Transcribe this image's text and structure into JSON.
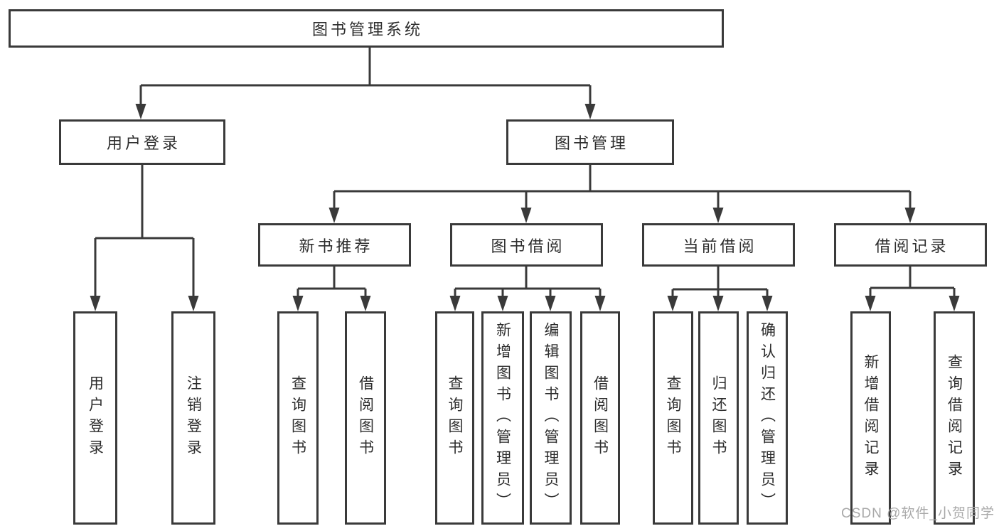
{
  "diagram": {
    "title": "图书管理系统",
    "level2": [
      {
        "label": "用户登录"
      },
      {
        "label": "图书管理"
      }
    ],
    "level3": [
      {
        "label": "新书推荐"
      },
      {
        "label": "图书借阅"
      },
      {
        "label": "当前借阅"
      },
      {
        "label": "借阅记录"
      }
    ],
    "leaves": {
      "user_login": [
        "用户登录",
        "注销登录"
      ],
      "new_book_recommend": [
        "查询图书",
        "借阅图书"
      ],
      "book_borrow": [
        "查询图书",
        "新增图书（管理员）",
        "编辑图书（管理员）",
        "借阅图书"
      ],
      "current_borrow": [
        "查询图书",
        "归还图书",
        "确认归还（管理员）"
      ],
      "borrow_records": [
        "新增借阅记录",
        "查询借阅记录"
      ]
    },
    "colors": {
      "line": "#3a3a3a",
      "text": "#2d2d2d",
      "watermark": "#a9a9a9",
      "background": "#ffffff"
    },
    "watermark": "CSDN @软件_小贺同学"
  }
}
